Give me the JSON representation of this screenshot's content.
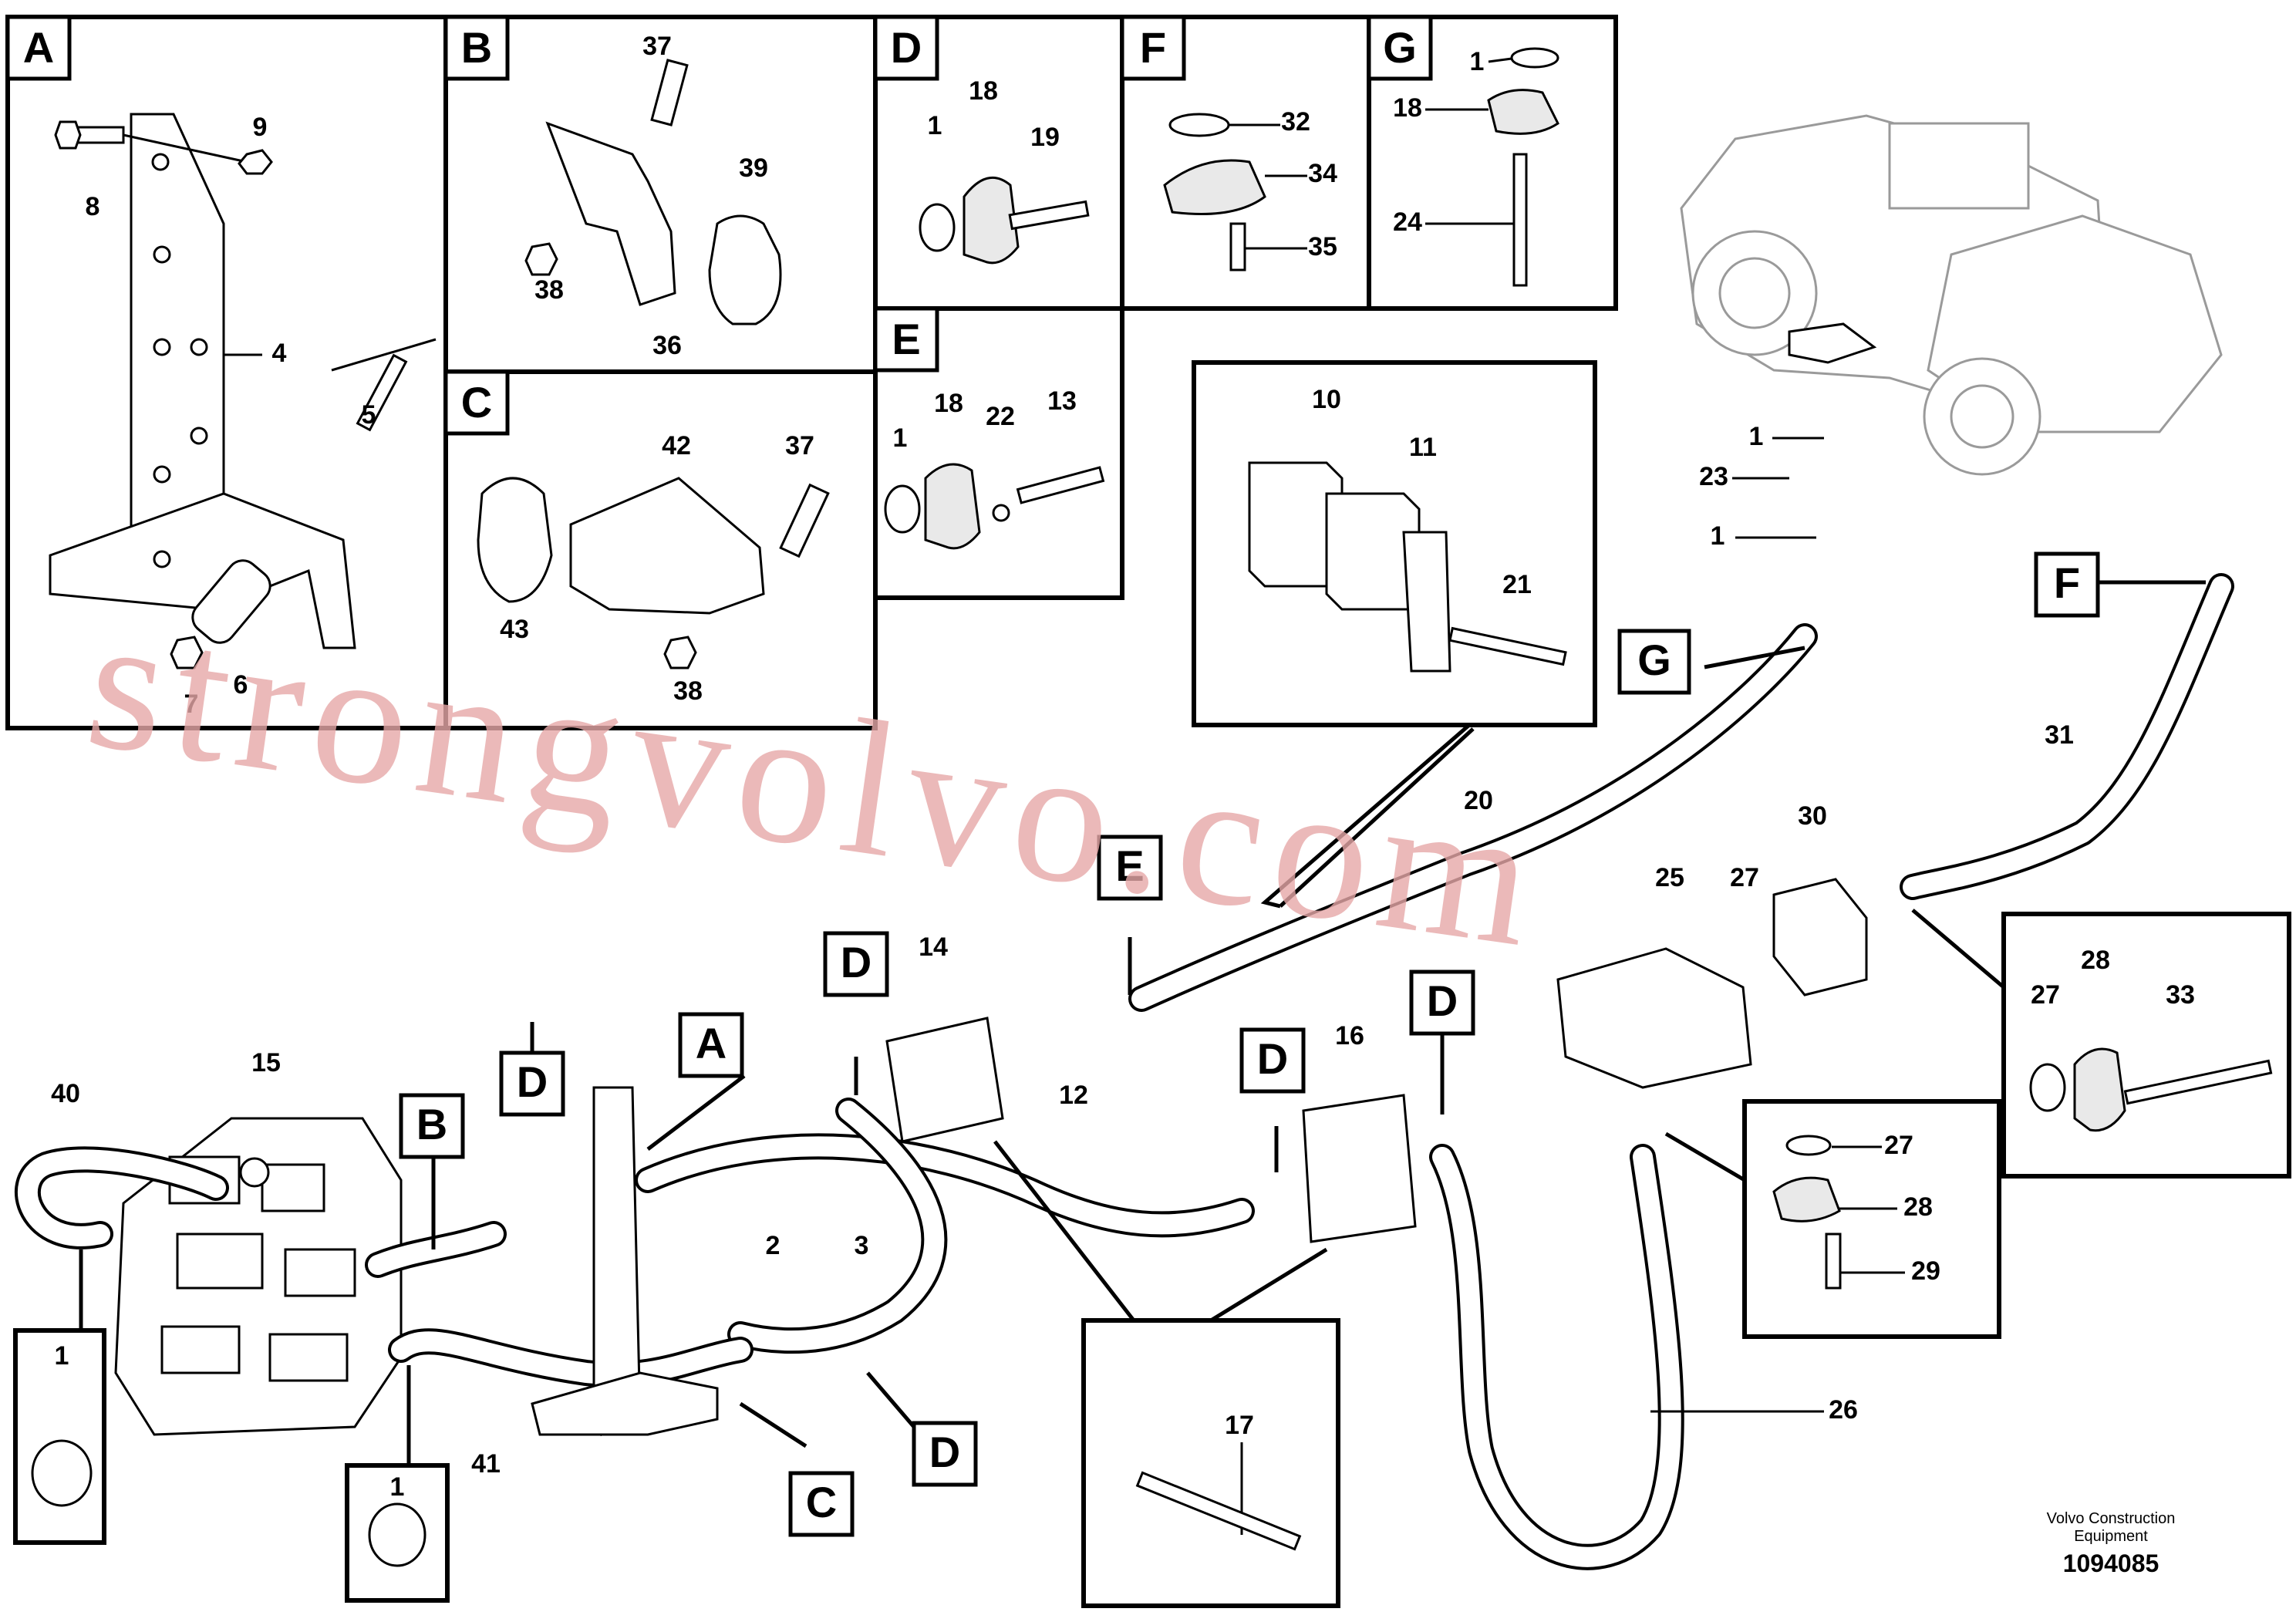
{
  "detail_tags": {
    "A": "A",
    "B": "B",
    "C": "C",
    "D": "D",
    "E": "E",
    "F": "F",
    "G": "G"
  },
  "part_numbers": {
    "p1": "1",
    "p2": "2",
    "p3": "3",
    "p4": "4",
    "p5": "5",
    "p6": "6",
    "p7": "7",
    "p8": "8",
    "p9": "9",
    "p10": "10",
    "p11": "11",
    "p12": "12",
    "p13": "13",
    "p14": "14",
    "p15": "15",
    "p16": "16",
    "p17": "17",
    "p18": "18",
    "p19": "19",
    "p20": "20",
    "p21": "21",
    "p22": "22",
    "p23": "23",
    "p24": "24",
    "p25": "25",
    "p26": "26",
    "p27": "27",
    "p28": "28",
    "p29": "29",
    "p30": "30",
    "p31": "31",
    "p32": "32",
    "p33": "33",
    "p34": "34",
    "p35": "35",
    "p36": "36",
    "p37": "37",
    "p38": "38",
    "p39": "39",
    "p40": "40",
    "p41": "41",
    "p42": "42",
    "p43": "43"
  },
  "watermark": "strongvolvo.com",
  "footer": {
    "brand_line1": "Volvo Construction",
    "brand_line2": "Equipment",
    "drawing_number": "1094085"
  }
}
